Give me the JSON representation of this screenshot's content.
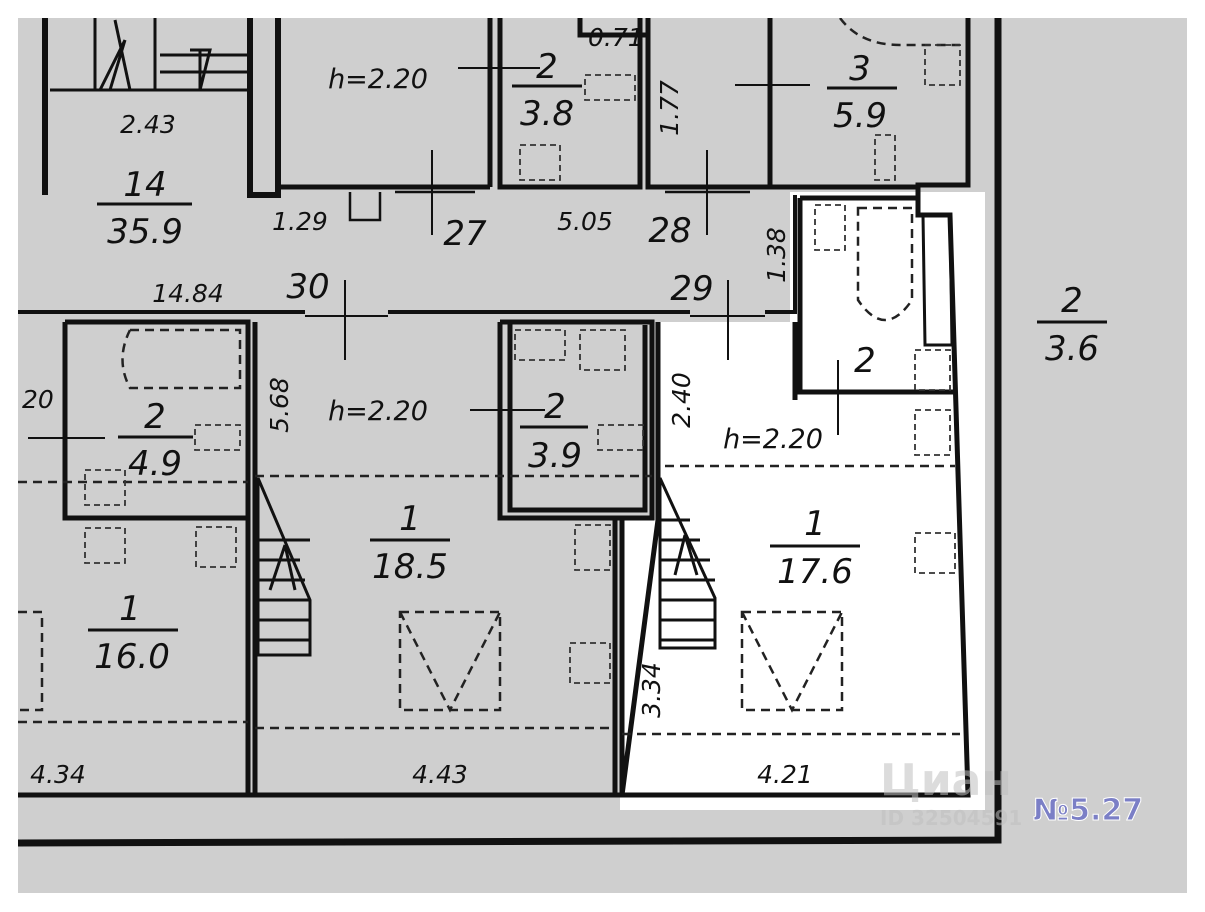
{
  "plan": {
    "colors": {
      "background": "#cfcfcf",
      "highlight": "#ffffff",
      "wall": "#111111",
      "badge": "#7b7fc6"
    },
    "rooms": {
      "stair_hall": {
        "number": "14",
        "area": "35.9"
      },
      "top_left_room": {
        "height": "h=2.20"
      },
      "top_bath": {
        "number": "2",
        "area": "3.8"
      },
      "top_right_bath": {
        "number": "3",
        "area": "5.9"
      },
      "mid_left_bath": {
        "number": "2",
        "area": "4.9"
      },
      "mid_room": {
        "height": "h=2.20"
      },
      "mid_bath": {
        "number": "2",
        "area": "3.9"
      },
      "selected_bath": {
        "number": "2"
      },
      "selected_height": {
        "height": "h=2.20"
      },
      "left_room": {
        "number": "1",
        "area": "16.0"
      },
      "center_room": {
        "number": "1",
        "area": "18.5"
      },
      "selected_room": {
        "number": "1",
        "area": "17.6"
      },
      "outside": {
        "number": "2",
        "area": "3.6"
      }
    },
    "corridor_labels": {
      "c27": "27",
      "c28": "28",
      "c29": "29",
      "c30": "30"
    },
    "dimensions": {
      "d243": "2.43",
      "d129": "1.29",
      "d505": "5.05",
      "d138": "1.38",
      "d1484": "14.84",
      "d568": "5.68",
      "d240": "2.40",
      "d177": "1.77",
      "d071": "0.71",
      "d20": "20",
      "d434": "4.34",
      "d443": "4.43",
      "d421": "4.21",
      "d334": "3.34"
    },
    "watermark": {
      "brand": "Циан",
      "id": "ID 32504591",
      "badge": "№5.27"
    }
  }
}
